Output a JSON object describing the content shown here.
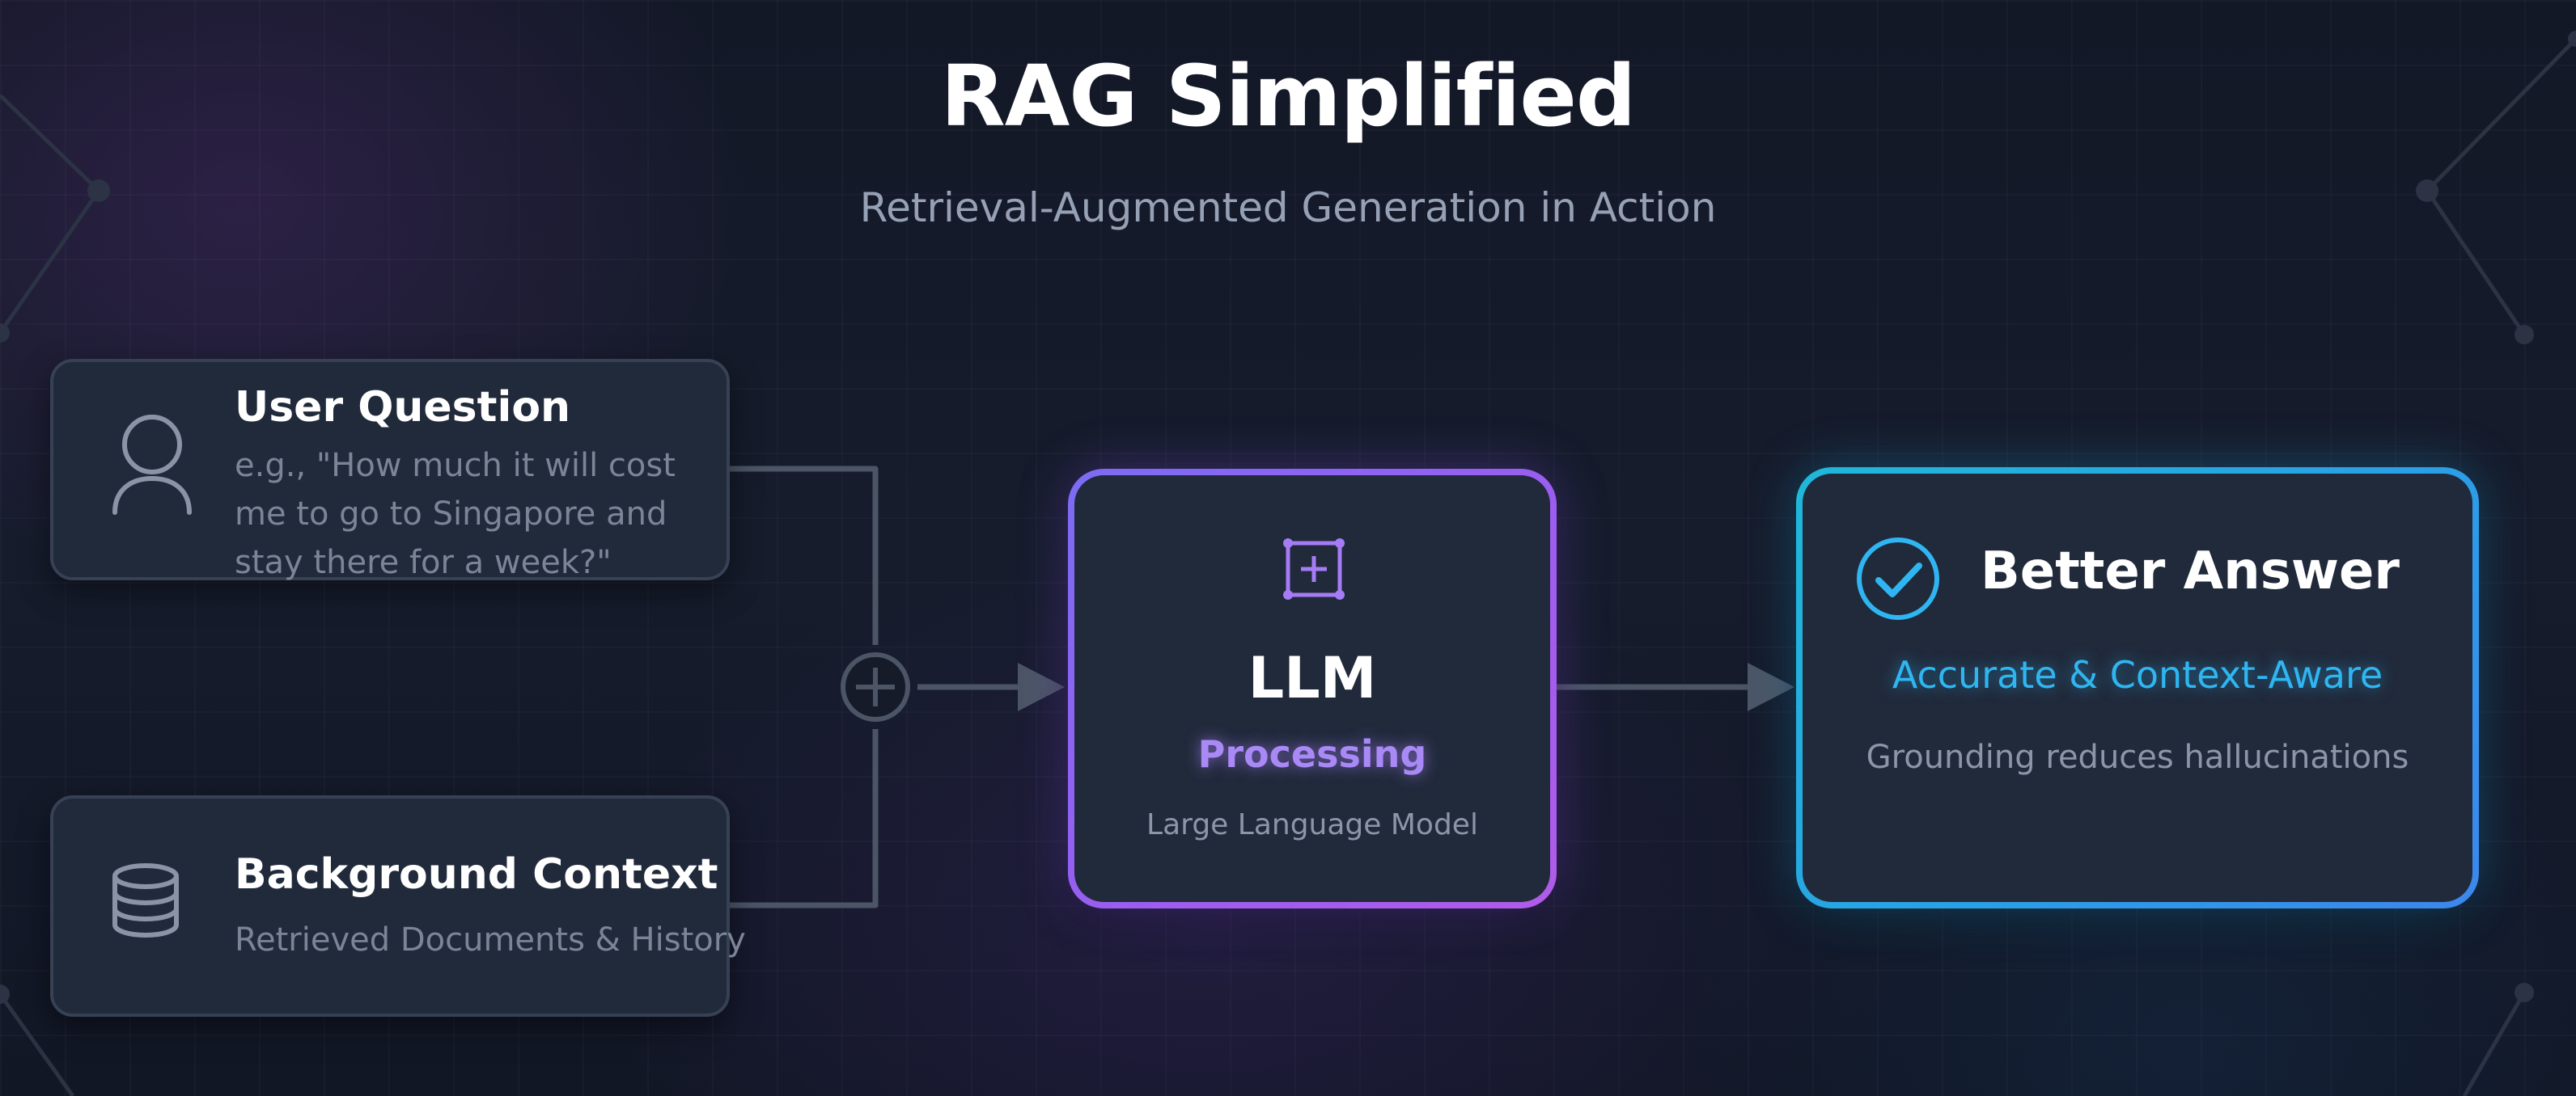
{
  "header": {
    "title": "RAG Simplified",
    "subtitle": "Retrieval-Augmented Generation in Action"
  },
  "inputs": {
    "user_question": {
      "icon": "user-icon",
      "title": "User Question",
      "description": "e.g., \"How much it will cost me to go to Singapore and stay there for a week?\""
    },
    "background_context": {
      "icon": "database-icon",
      "title": "Background Context",
      "description": "Retrieved Documents & History"
    }
  },
  "combine": {
    "icon": "plus-circle-icon"
  },
  "llm": {
    "icon": "model-node-icon",
    "title": "LLM",
    "status": "Processing",
    "description": "Large Language Model"
  },
  "output": {
    "icon": "check-circle-icon",
    "title": "Better Answer",
    "highlight": "Accurate & Context-Aware",
    "description": "Grounding reduces hallucinations"
  },
  "colors": {
    "background": "#121725",
    "card": "#212a3b",
    "connector": "#4b5566",
    "llm_accent": "#9b5df0",
    "answer_accent": "#2aa0e6",
    "answer_text": "#2fb6f2",
    "muted_text": "#7b8597"
  }
}
